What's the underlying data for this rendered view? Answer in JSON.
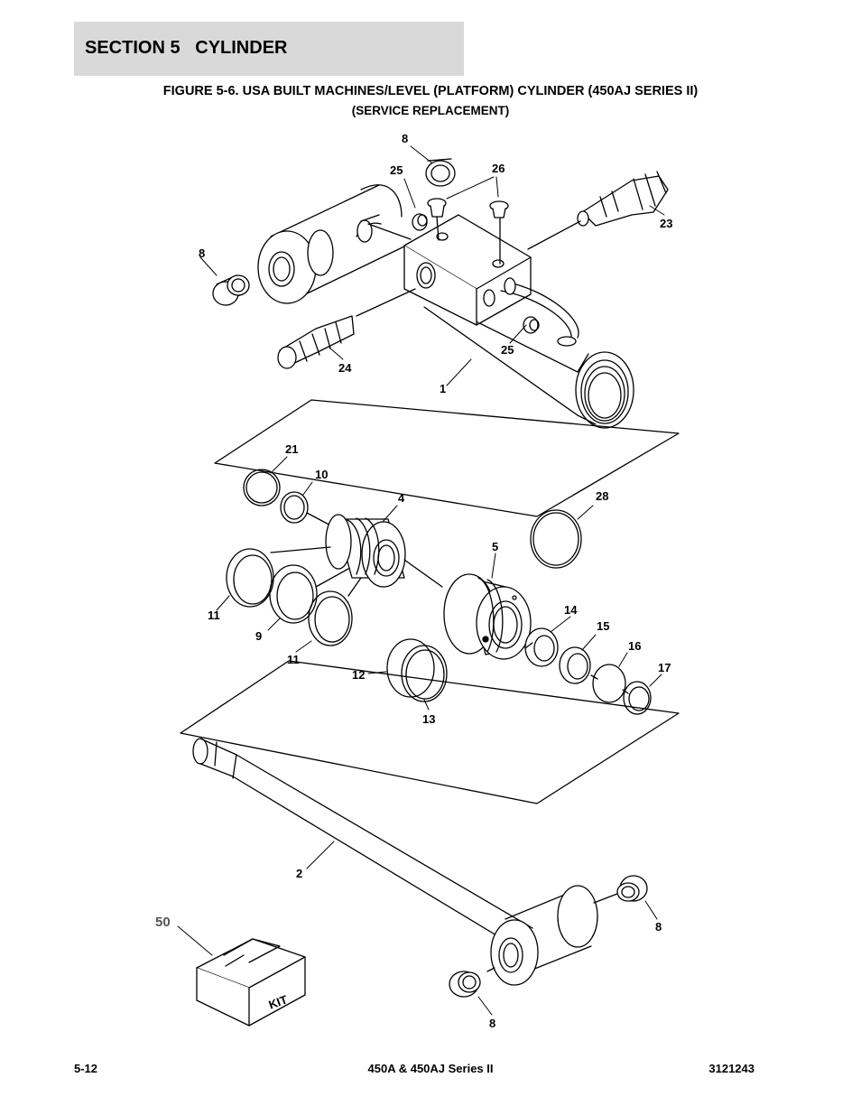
{
  "header": {
    "section_title": "SECTION 5   CYLINDER",
    "figure_title": "FIGURE 5-6. USA BUILT MACHINES/LEVEL (PLATFORM) CYLINDER (450AJ SERIES II)",
    "figure_subtitle": "(SERVICE REPLACEMENT)"
  },
  "callouts": {
    "c8a": "8",
    "c25a": "25",
    "c26": "26",
    "c23": "23",
    "c8b": "8",
    "c25b": "25",
    "c24": "24",
    "c1": "1",
    "c21": "21",
    "c10": "10",
    "c4": "4",
    "c28": "28",
    "c5": "5",
    "c14": "14",
    "c15": "15",
    "c11a": "11",
    "c9": "9",
    "c11b": "11",
    "c16": "16",
    "c17": "17",
    "c12": "12",
    "c13": "13",
    "c2": "2",
    "c50": "50",
    "c8c": "8",
    "c8d": "8"
  },
  "kit_label": "KIT",
  "footer": {
    "page_number": "5-12",
    "model": "450A & 450AJ Series II",
    "doc_number": "3121243"
  }
}
